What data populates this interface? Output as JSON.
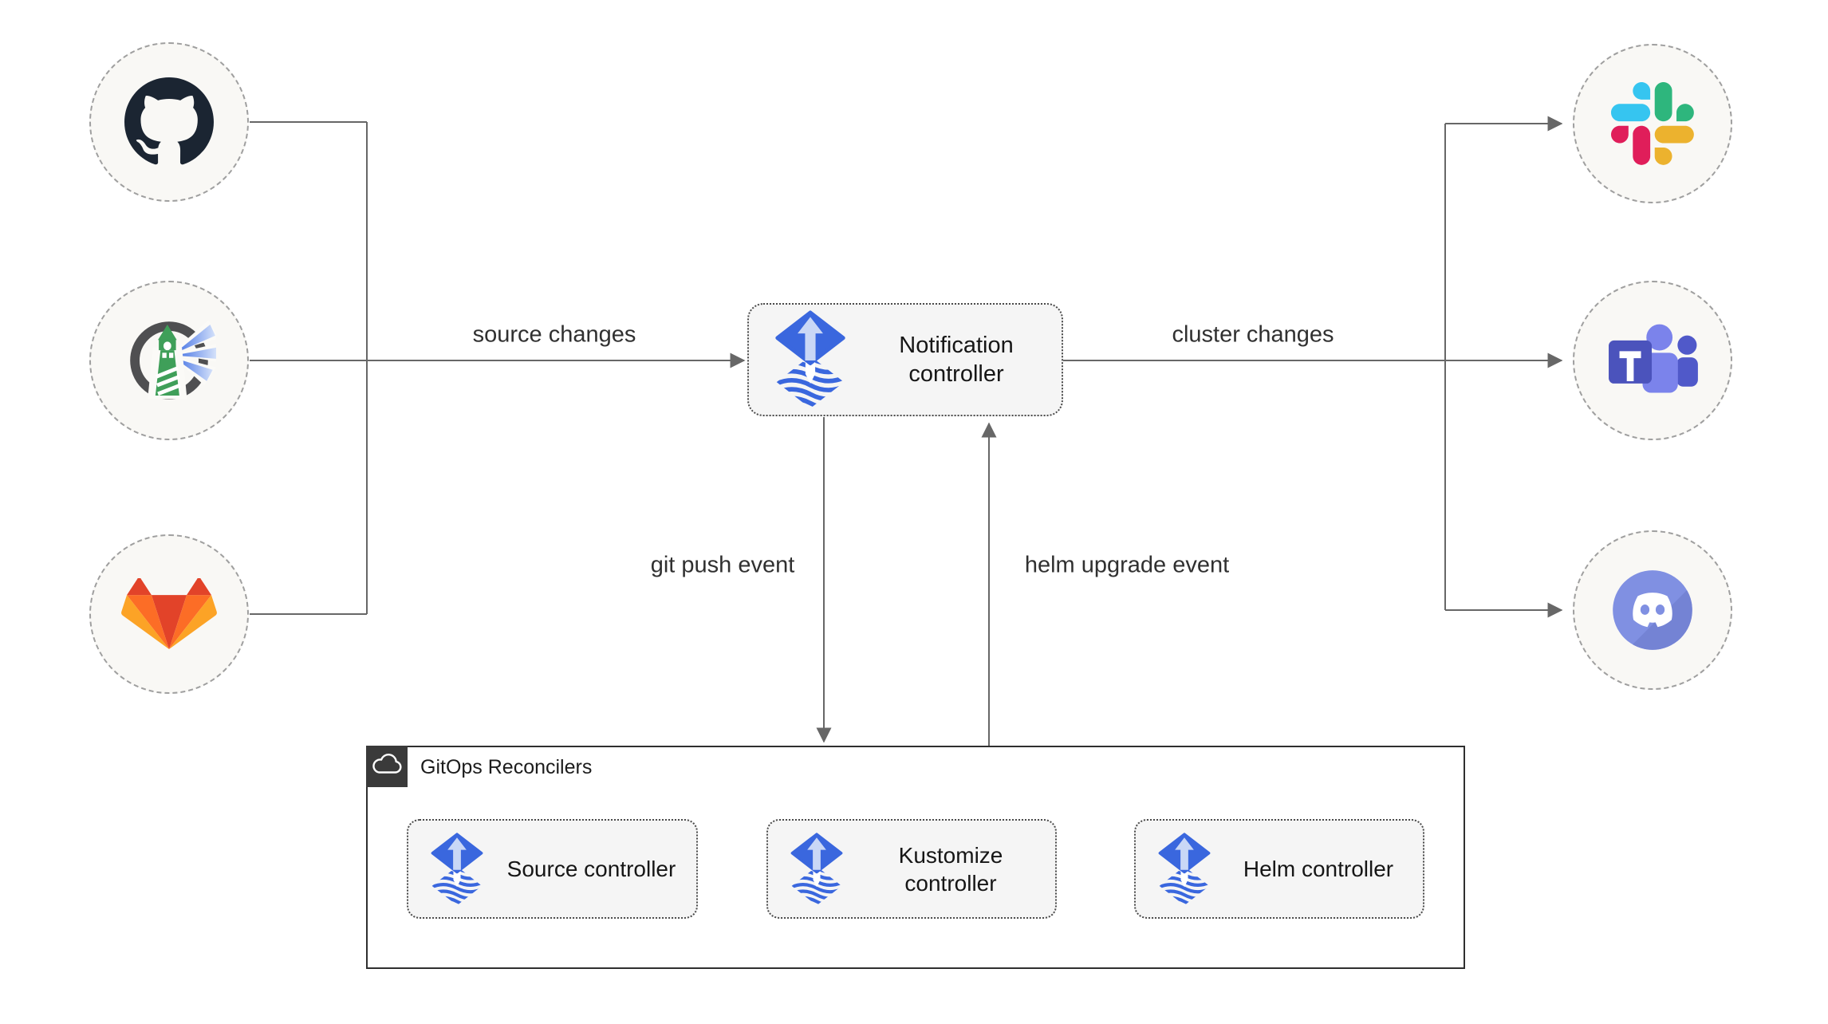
{
  "diagram": {
    "kind": "flux-notification-architecture"
  },
  "colors": {
    "line": "#676767",
    "node_fill": "#f5f5f5",
    "node_border": "#4a4a4a",
    "circle_fill": "#f9f8f5",
    "circle_border": "#9f9f9f",
    "container_border": "#2f2f2f",
    "badge_bg": "#3a3a3a",
    "flux_blue": "#3a67de",
    "flux_arrow_light": "#c9d7f6",
    "slack": [
      "#36c5f0",
      "#2eb67d",
      "#ecb22e",
      "#e01e5a"
    ],
    "gitlab": [
      "#e24329",
      "#fc6d26",
      "#fca326"
    ],
    "teams": [
      "#4b53bc",
      "#7b83eb",
      "#5059c9"
    ],
    "discord": "#8090e2",
    "github": "#1b2532",
    "harbor_ring": "#4f4f51",
    "harbor_green": "#3f9f59"
  },
  "left_sources": [
    {
      "icon": "github-icon"
    },
    {
      "icon": "harbor-icon"
    },
    {
      "icon": "gitlab-icon"
    }
  ],
  "notification_controller": {
    "label": "Notification controller",
    "icon": "flux-icon"
  },
  "right_targets": [
    {
      "icon": "slack-icon"
    },
    {
      "icon": "teams-icon"
    },
    {
      "icon": "discord-icon"
    }
  ],
  "reconcilers": {
    "label": "GitOps Reconcilers",
    "badge_icon": "cloud-icon",
    "items": [
      {
        "label": "Source controller",
        "icon": "flux-icon"
      },
      {
        "label": "Kustomize controller",
        "icon": "flux-icon"
      },
      {
        "label": "Helm controller",
        "icon": "flux-icon"
      }
    ]
  },
  "edge_labels": {
    "source_changes": "source changes",
    "cluster_changes": "cluster changes",
    "git_push": "git push event",
    "helm_upgrade": "helm upgrade event"
  }
}
